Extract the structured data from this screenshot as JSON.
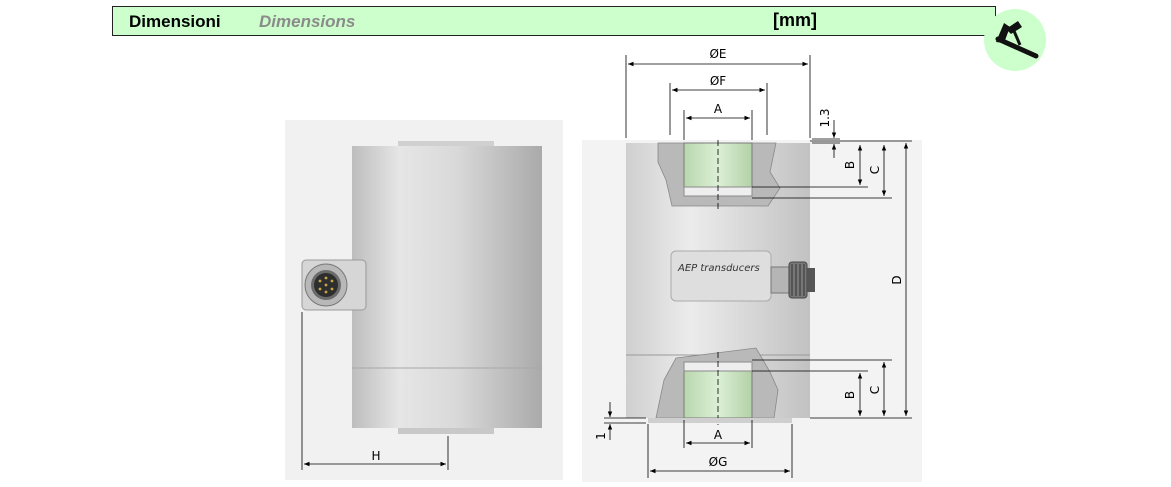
{
  "header": {
    "title_it": "Dimensioni",
    "title_en": "Dimensions",
    "unit": "[mm]"
  },
  "product": {
    "brand_label": "AEP transducers"
  },
  "dimensions": {
    "dia_e": "ØE",
    "dia_f": "ØF",
    "dia_g": "ØG",
    "a_top": "A",
    "a_bottom": "A",
    "b_top": "B",
    "c_top": "C",
    "b_bottom": "B",
    "c_bottom": "C",
    "d": "D",
    "h": "H",
    "val_13": "1.3",
    "val_1": "1"
  },
  "icons": {
    "badge": "caliper-icon"
  },
  "colors": {
    "header_bg": "#ccffcc",
    "title_en": "#8b8b8b",
    "body_gray": "#d6d6d6",
    "thread_green": "#cde6c4"
  }
}
